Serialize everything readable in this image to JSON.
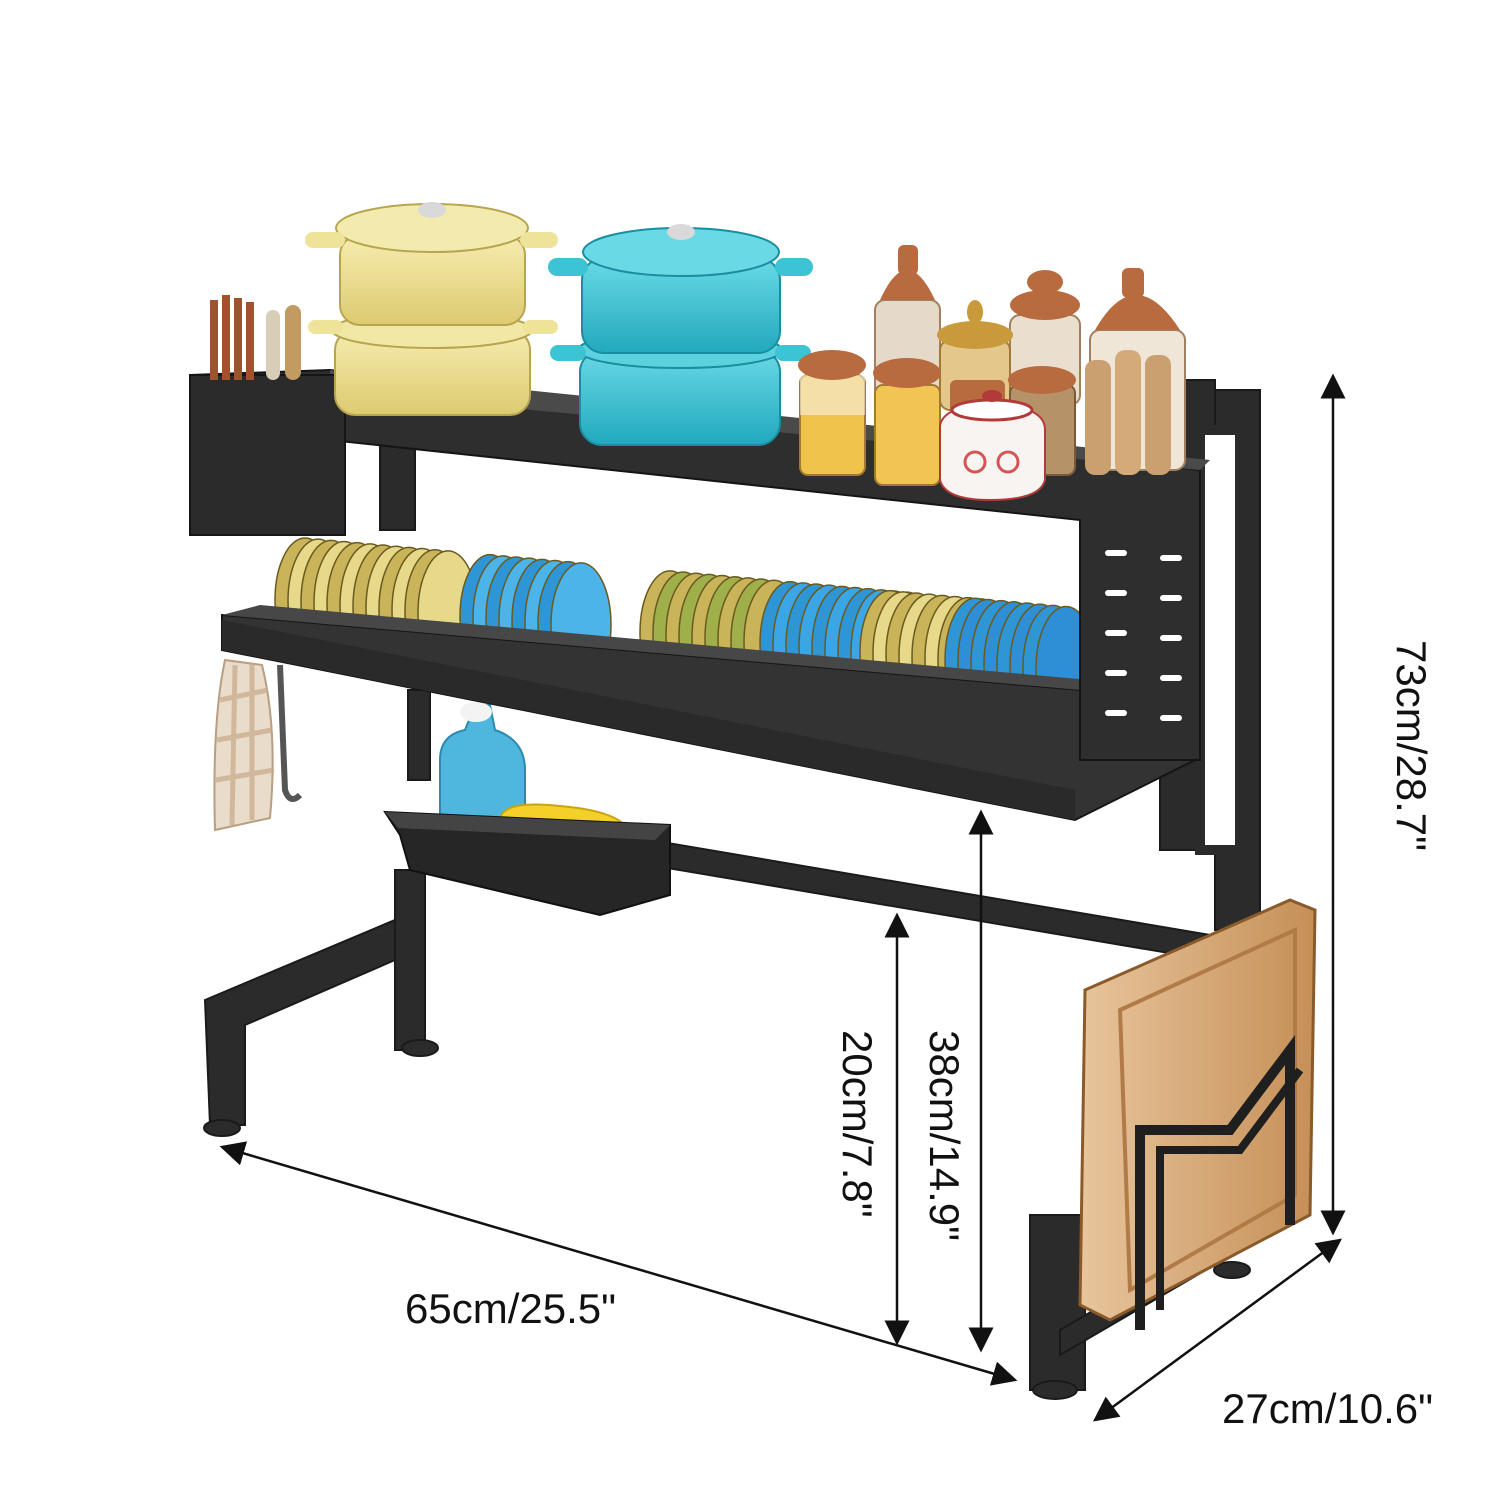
{
  "product": {
    "name_icon": "dish-drying-rack-icon"
  },
  "dimensions": {
    "width": "65cm/25.5\"",
    "depth": "27cm/10.6\"",
    "total_height": "73cm/28.7\"",
    "lower_shelf_height": "38cm/14.9\"",
    "clearance_height": "20cm/7.8\""
  },
  "colors": {
    "frame": "#2b2b2b",
    "yellow_pot": "#efe39a",
    "teal_pot": "#3cc3d4",
    "blue_plate": "#2f96d6",
    "gold_plate": "#c9b45a",
    "cutting_board": "#d9ab77",
    "soap": "#f3d02a",
    "bottle": "#4fb7de"
  }
}
